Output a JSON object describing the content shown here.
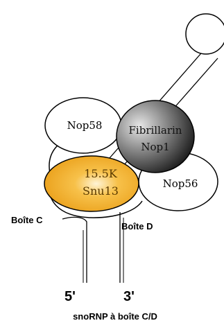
{
  "proteins": {
    "nop58": "Nop58",
    "fibrillarin_line1": "Fibrillarin",
    "fibrillarin_line2": "Nop1",
    "snu13_line1": "15.5K",
    "snu13_line2": "Snu13",
    "nop56": "Nop56"
  },
  "boxes": {
    "box_c": "Boîte C",
    "box_d": "Boîte D"
  },
  "ends": {
    "five_prime": "5'",
    "three_prime": "3'"
  },
  "caption": "snoRNP à boîte C/D",
  "colors": {
    "snu13_fill": "#f2a51d",
    "fibrillarin_dark": "#1c1c1c",
    "outline": "#000000"
  }
}
